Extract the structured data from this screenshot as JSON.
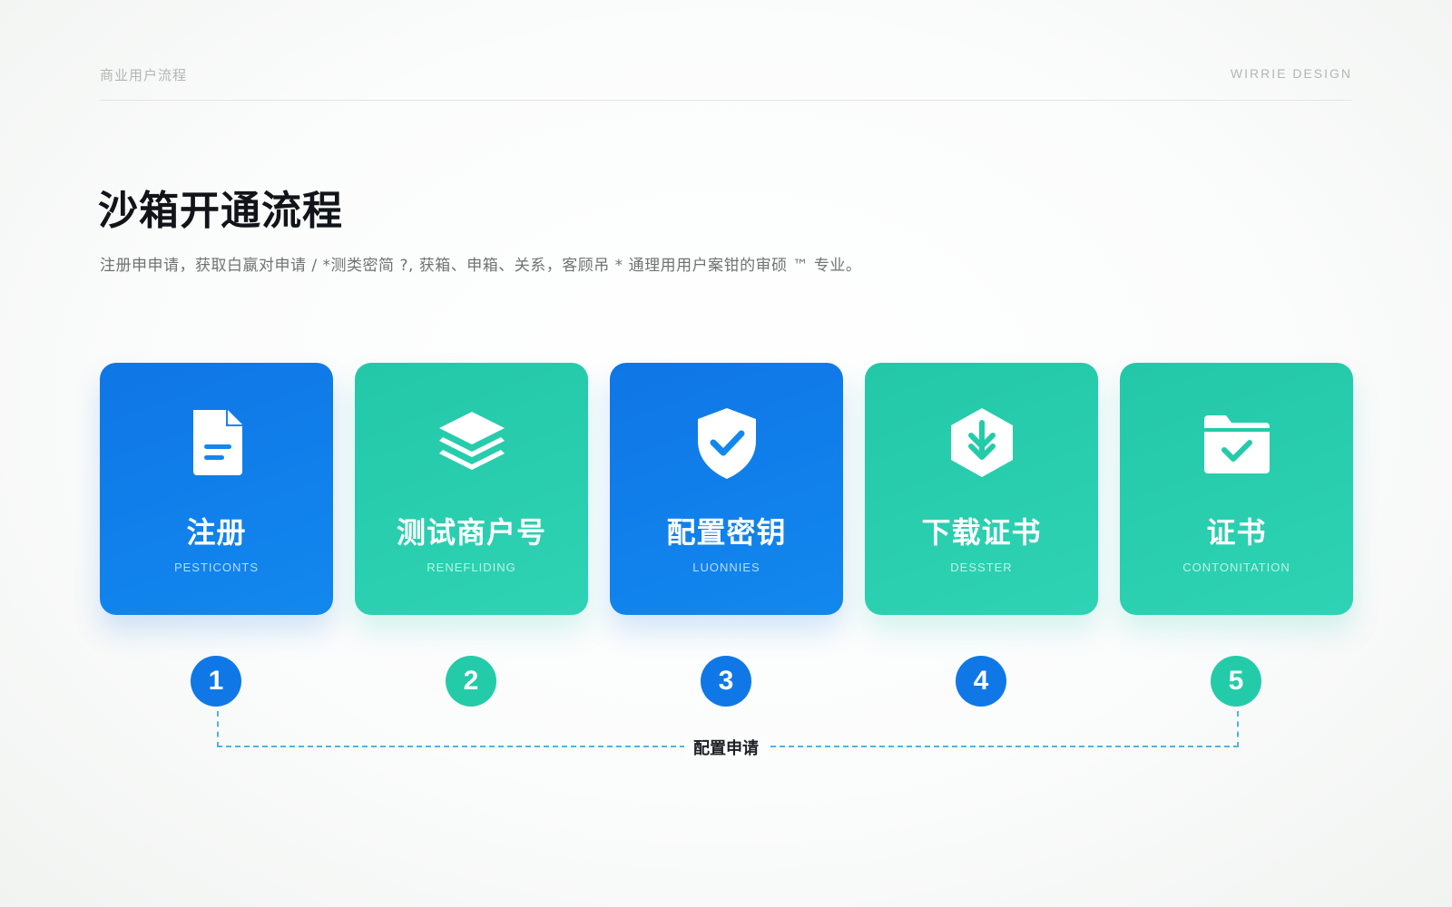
{
  "header": {
    "brand_left": "商业用户流程",
    "brand_right": "WIRRIE DESIGN"
  },
  "main": {
    "title": "沙箱开通流程",
    "subtitle": "注册申申请，获取白嬴对申请 / *测类密简 ?, 获箱、申箱、关系，客顾吊 * 通理用用户案钳的审硕 ™ 专业。"
  },
  "colors": {
    "blue": "#0f78e6",
    "teal": "#24cba9",
    "connector": "#4fb4df"
  },
  "cards": [
    {
      "label": "注册",
      "sublabel": "PESTICONTS",
      "icon": "document-icon",
      "color": "blue"
    },
    {
      "label": "测试商户号",
      "sublabel": "RENEFLIDING",
      "icon": "layers-icon",
      "color": "teal"
    },
    {
      "label": "配置密钥",
      "sublabel": "LUONNIES",
      "icon": "shield-check-icon",
      "color": "blue"
    },
    {
      "label": "下载证书",
      "sublabel": "DESSTER",
      "icon": "download-hexagon-icon",
      "color": "teal"
    },
    {
      "label": "证书",
      "sublabel": "CONTONITATION",
      "icon": "folder-check-icon",
      "color": "teal"
    }
  ],
  "steps": [
    "1",
    "2",
    "3",
    "4",
    "5"
  ],
  "connector_label": "配置申请"
}
